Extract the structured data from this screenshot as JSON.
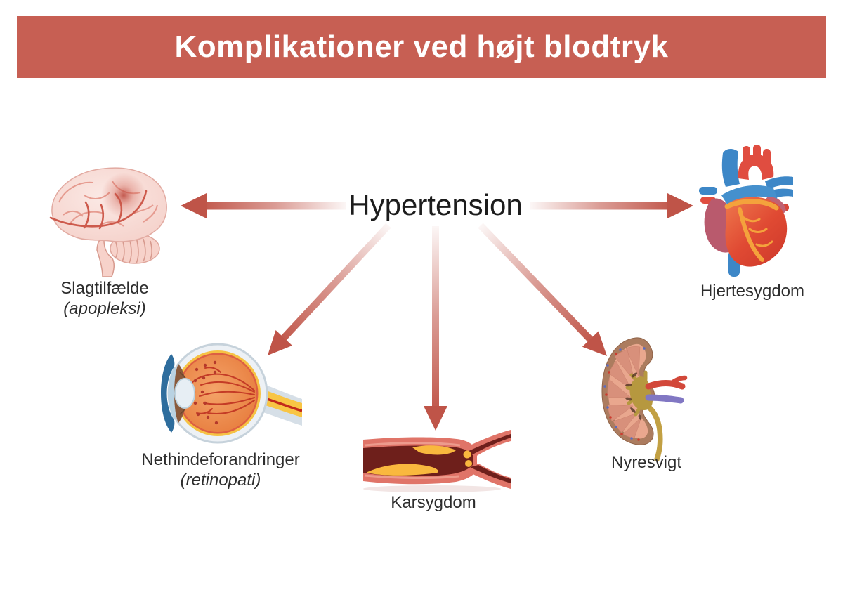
{
  "banner": {
    "title": "Komplikationer ved højt blodtryk",
    "bg_color": "#c75f53",
    "text_color": "#ffffff"
  },
  "center": {
    "label": "Hypertension",
    "text_color": "#1c1c1c"
  },
  "arrows": {
    "color": "#c25a4e",
    "head_color": "#bf5448",
    "count": 5
  },
  "complications": [
    {
      "organ": "brain",
      "label": "Slagtilfælde",
      "sublabel": "(apopleksi)"
    },
    {
      "organ": "heart",
      "label": "Hjertesygdom",
      "sublabel": ""
    },
    {
      "organ": "eye",
      "label": "Nethindeforandringer",
      "sublabel": "(retinopati)"
    },
    {
      "organ": "blood-vessel",
      "label": "Karsygdom",
      "sublabel": ""
    },
    {
      "organ": "kidney",
      "label": "Nyresvigt",
      "sublabel": ""
    }
  ],
  "label_color": "#2d2d2d"
}
